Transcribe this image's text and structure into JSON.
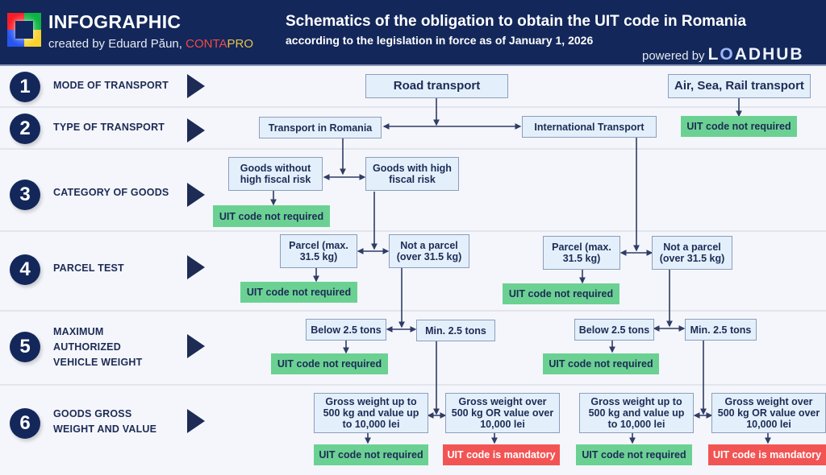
{
  "header": {
    "brand_title": "INFOGRAPHIC",
    "brand_sub_prefix": "created by Eduard Păun, ",
    "brand_conta": "CONTA",
    "brand_pro": "PRO",
    "title": "Schematics of the obligation to obtain the UIT code in Romania",
    "subtitle": "according to the legislation in force as of January 1, 2026",
    "powered_by": "powered by",
    "loadhub_l": "L",
    "loadhub_o": "O",
    "loadhub_rest": "ADHUB"
  },
  "colors": {
    "header_bg": "#13275a",
    "node_bg": "#e3f0fb",
    "not_required": "#6bd193",
    "mandatory": "#f25454",
    "conta": "#f24a45",
    "pro": "#e5c24a"
  },
  "steps": [
    {
      "num": "1",
      "label": "MODE OF TRANSPORT"
    },
    {
      "num": "2",
      "label": "TYPE OF TRANSPORT"
    },
    {
      "num": "3",
      "label": "CATEGORY OF GOODS"
    },
    {
      "num": "4",
      "label": "PARCEL TEST"
    },
    {
      "num": "5",
      "label": "MAXIMUM AUTHORIZED VEHICLE WEIGHT"
    },
    {
      "num": "6",
      "label": "GOODS GROSS WEIGHT AND VALUE"
    }
  ],
  "nodes": {
    "road": "Road transport",
    "air_sea_rail": "Air, Sea, Rail transport",
    "in_romania": "Transport in Romania",
    "international": "International Transport",
    "low_risk": "Goods without high fiscal risk",
    "high_risk": "Goods with high fiscal risk",
    "parcel": "Parcel (max. 31.5 kg)",
    "not_parcel": "Not a parcel (over 31.5 kg)",
    "below_25": "Below 2.5 tons",
    "min_25": "Min. 2.5 tons",
    "gross_low": "Gross weight up to 500 kg and value up to 10,000 lei",
    "gross_high": "Gross weight over 500 kg OR value over 10,000 lei"
  },
  "results": {
    "not_required": "UIT code not required",
    "mandatory": "UIT code is mandatory"
  }
}
